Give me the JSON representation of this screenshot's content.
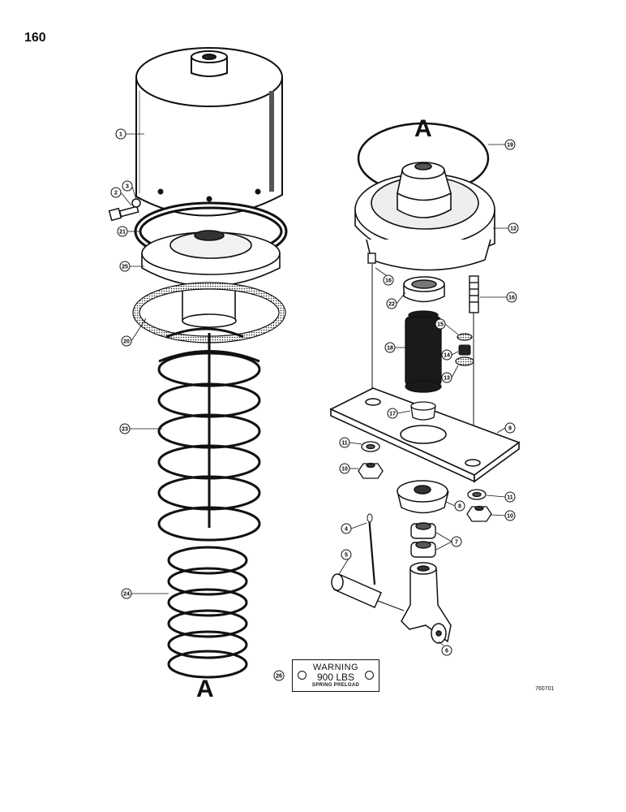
{
  "page_number": "160",
  "view_letter_left": "A",
  "view_letter_right": "A",
  "callouts": [
    "1",
    "2",
    "3",
    "21",
    "25",
    "20",
    "23",
    "24",
    "19",
    "12",
    "16",
    "16",
    "22",
    "15",
    "18",
    "14",
    "13",
    "17",
    "9",
    "11",
    "10",
    "8",
    "11",
    "10",
    "4",
    "7",
    "5",
    "6",
    "26"
  ],
  "warning_plate": {
    "line1": "WARNING",
    "line2": "900 LBS",
    "line3": "SPRING PRELOAD"
  },
  "reference_code": "760701"
}
